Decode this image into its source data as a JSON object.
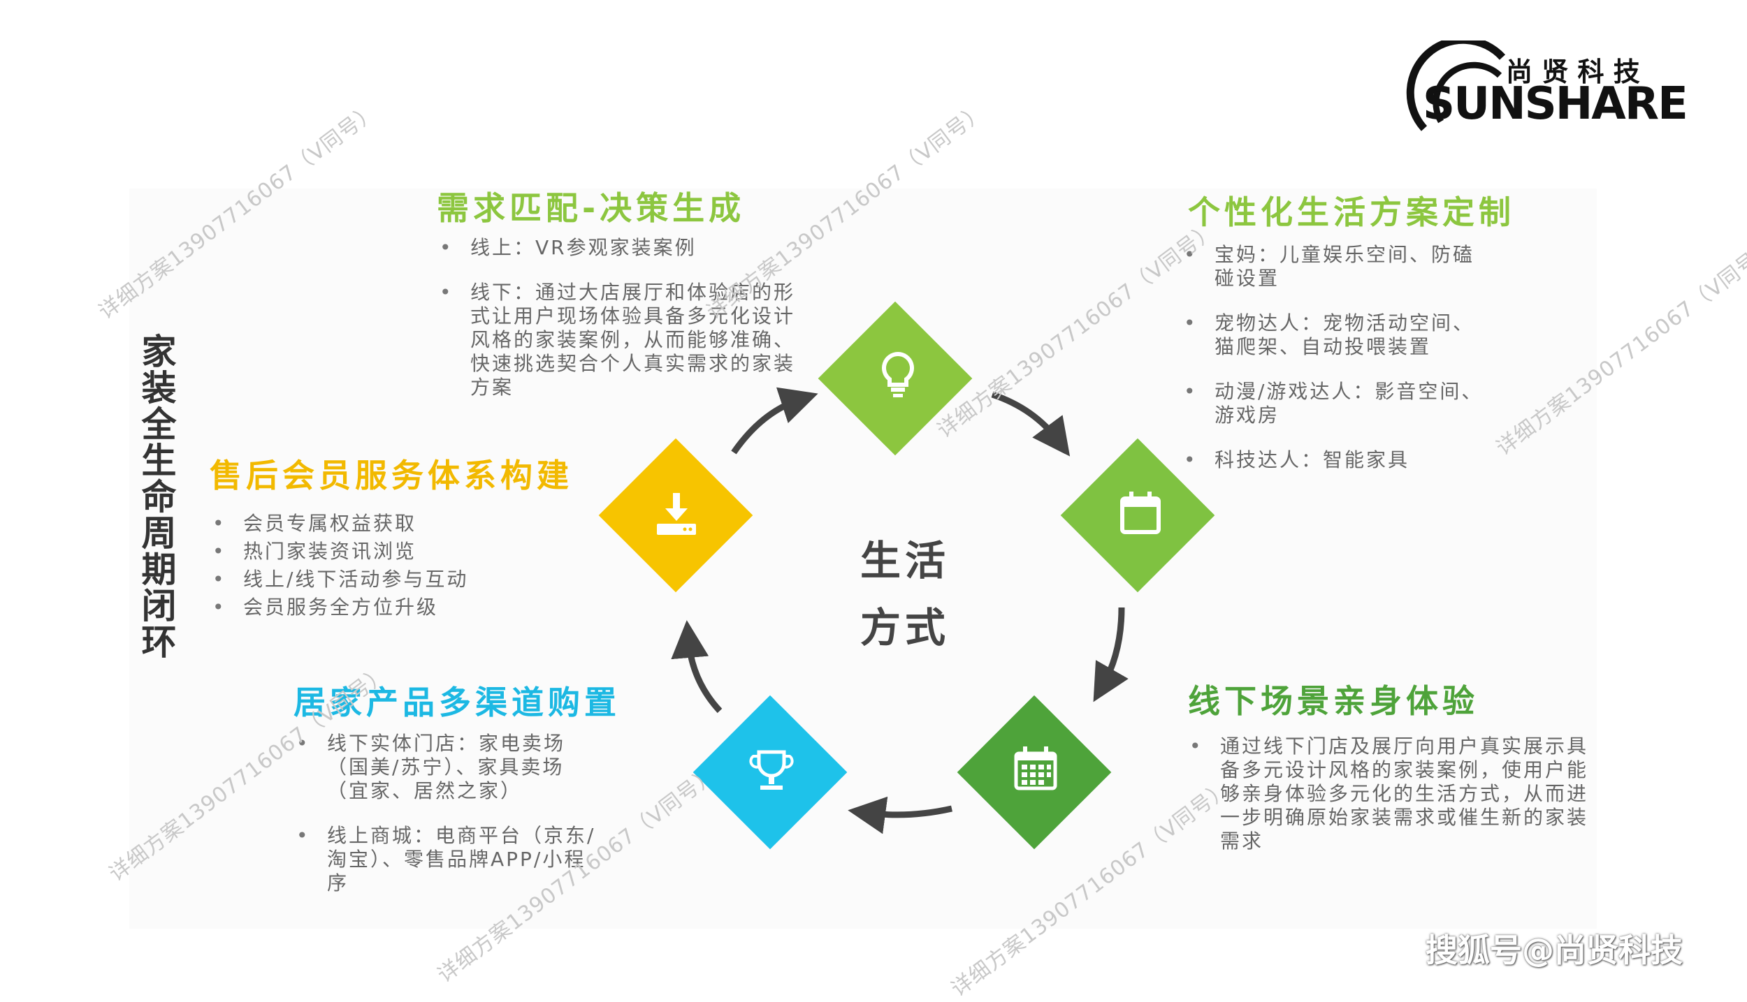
{
  "brand": {
    "name_cn": "尚 贤 科 技",
    "name_en": "SUNSHARE"
  },
  "side_title": [
    "家",
    "装",
    "全",
    "生",
    "命",
    "周",
    "期",
    "闭",
    "环"
  ],
  "center": {
    "line1": "生活",
    "line2": "方式"
  },
  "sections": {
    "demand": {
      "title": "需求匹配-决策生成",
      "items": [
        "线上：VR参观家装案例",
        "线下：通过大店展厅和体验店的形式让用户现场体验具备多元化设计风格的家装案例，从而能够准确、快速挑选契合个人真实需求的家装方案"
      ]
    },
    "custom": {
      "title": "个性化生活方案定制",
      "items": [
        "宝妈：儿童娱乐空间、防磕碰设置",
        "宠物达人：宠物活动空间、猫爬架、自动投喂装置",
        "动漫/游戏达人：影音空间、游戏房",
        "科技达人：智能家具"
      ]
    },
    "aftersale": {
      "title": "售后会员服务体系构建",
      "items": [
        "会员专属权益获取",
        "热门家装资讯浏览",
        "线上/线下活动参与互动",
        "会员服务全方位升级"
      ]
    },
    "channels": {
      "title": "居家产品多渠道购置",
      "items": [
        "线下实体门店：家电卖场（国美/苏宁）、家具卖场（宜家、居然之家）",
        "线上商城：电商平台（京东/淘宝）、零售品牌APP/小程序"
      ]
    },
    "offline": {
      "title": "线下场景亲身体验",
      "items": [
        "通过线下门店及展厅向用户真实展示具备多元设计风格的家装案例，使用户能够亲身体验多元化的生活方式，从而进一步明确原始家装需求或催生新的家装需求"
      ]
    }
  },
  "nodes": [
    {
      "id": "lightbulb",
      "color": "#8cc63f"
    },
    {
      "id": "calendar",
      "color": "#7fc241"
    },
    {
      "id": "calendar-grid",
      "color": "#4ea33a"
    },
    {
      "id": "trophy",
      "color": "#1ec2ea"
    },
    {
      "id": "download",
      "color": "#f7c400"
    }
  ],
  "watermark": "详细方案13907716067（V同号）",
  "footer": "搜狐号@尚贤科技"
}
